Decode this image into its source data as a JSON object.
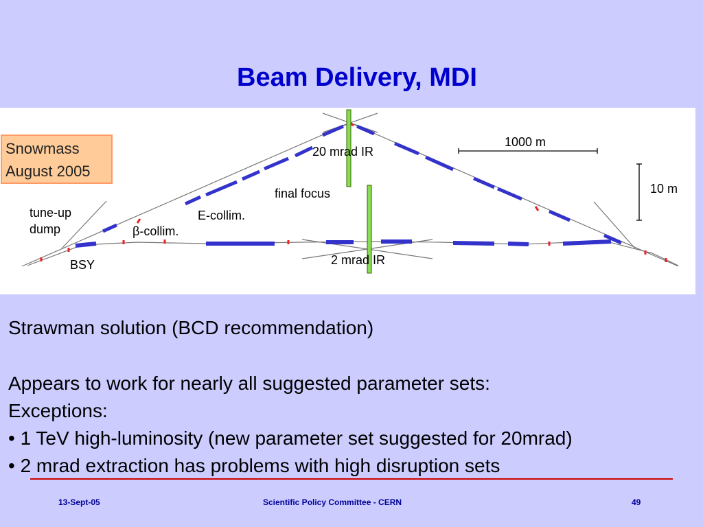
{
  "slide": {
    "title": "Beam Delivery, MDI",
    "body_lines": [
      "Strawman solution (BCD recommendation)",
      "",
      "Appears to work for nearly all suggested parameter sets:",
      "Exceptions:",
      "• 1 TeV high-luminosity (new parameter set suggested for 20mrad)",
      "• 2 mrad extraction has problems with high disruption sets"
    ]
  },
  "diagram": {
    "box_label_line1": "Snowmass",
    "box_label_line2": "August 2005",
    "label_20mrad": "20 mrad IR",
    "label_final_focus": "final focus",
    "label_ecollim": "E-collim.",
    "label_bcollim": "β-collim.",
    "label_tuneup_line1": "tune-up",
    "label_tuneup_line2": "dump",
    "label_bsy": "BSY",
    "label_2mrad": "2 mrad IR",
    "scale_horizontal": "1000 m",
    "scale_vertical": "10 m",
    "colors": {
      "box_fill": "#ffcc99",
      "box_border": "#ff9966",
      "magnet_blue": "#3333cc",
      "magnet_red": "#ee2222",
      "ir_marker": "#66cc33"
    }
  },
  "footer": {
    "date": "13-Sept-05",
    "event": "Scientific Policy Committee  - CERN",
    "page": "49"
  }
}
